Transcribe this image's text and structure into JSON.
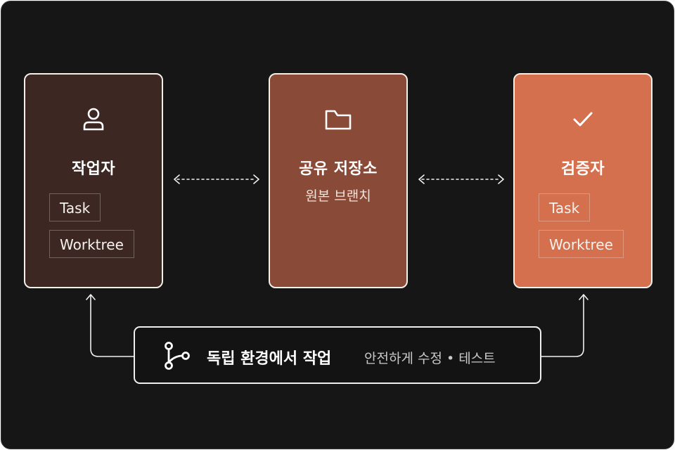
{
  "worker": {
    "title": "작업자",
    "icon": "user-icon",
    "tags": [
      "Task",
      "Worktree"
    ]
  },
  "repo": {
    "title": "공유 저장소",
    "subtitle": "원본 브랜치",
    "icon": "folder-icon"
  },
  "verifier": {
    "title": "검증자",
    "icon": "check-icon",
    "tags": [
      "Task",
      "Worktree"
    ]
  },
  "bottom": {
    "icon": "git-branch-icon",
    "title": "독립 환경에서 작업",
    "subtitle": "안전하게 수정 • 테스트"
  },
  "colors": {
    "background": "#161616",
    "worker": "#3d2722",
    "repo": "#8a4a38",
    "verifier": "#d4704e",
    "border": "#f3efe9"
  }
}
